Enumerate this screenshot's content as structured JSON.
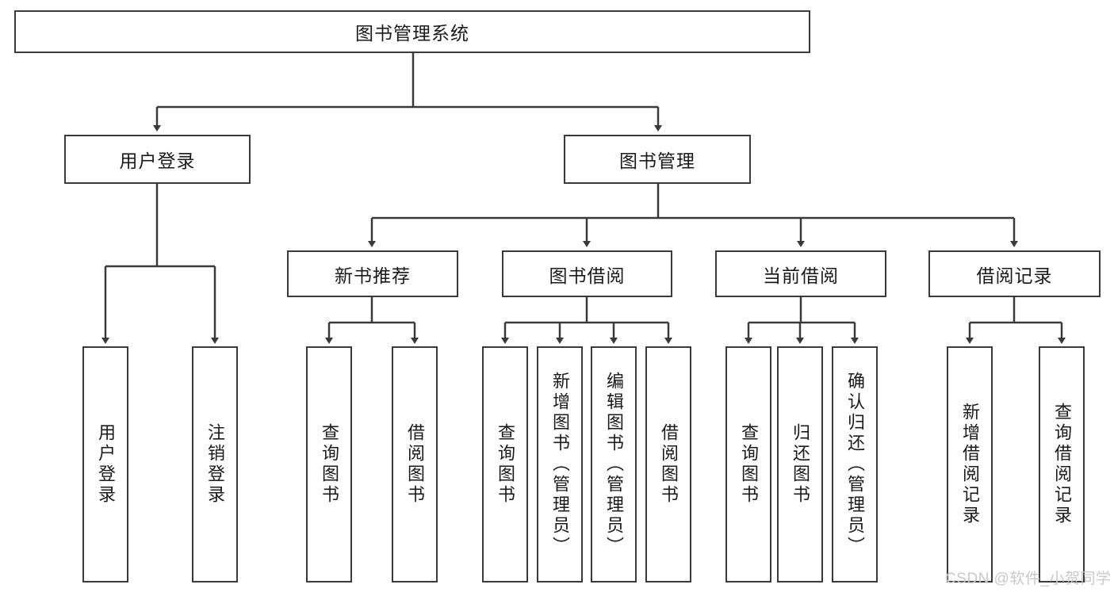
{
  "diagram": {
    "title_text": "图书管理系统",
    "type": "tree-hierarchy",
    "levels": {
      "root": {
        "label": "图书管理系统"
      },
      "level2": [
        {
          "label": "用户登录"
        },
        {
          "label": "图书管理"
        }
      ],
      "level3": [
        {
          "label": "新书推荐"
        },
        {
          "label": "图书借阅"
        },
        {
          "label": "当前借阅"
        },
        {
          "label": "借阅记录"
        }
      ],
      "leaves": {
        "user_login": [
          {
            "label": "用户登录"
          },
          {
            "label": "注销登录"
          }
        ],
        "new_book_recommend": [
          {
            "label": "查询图书"
          },
          {
            "label": "借阅图书"
          }
        ],
        "book_borrow": [
          {
            "label": "查询图书"
          },
          {
            "label": "新增图书（管理员）"
          },
          {
            "label": "编辑图书（管理员）"
          },
          {
            "label": "借阅图书"
          }
        ],
        "current_borrow": [
          {
            "label": "查询图书"
          },
          {
            "label": "归还图书"
          },
          {
            "label": "确认归还（管理员）"
          }
        ],
        "borrow_record": [
          {
            "label": "新增借阅记录"
          },
          {
            "label": "查询借阅记录"
          }
        ]
      }
    },
    "watermark": "CSDN @软件_小贺同学",
    "colors": {
      "border": "#3a3a3a",
      "background": "#ffffff",
      "text": "#1a1a1a",
      "watermark": "#c9c9c9"
    }
  }
}
